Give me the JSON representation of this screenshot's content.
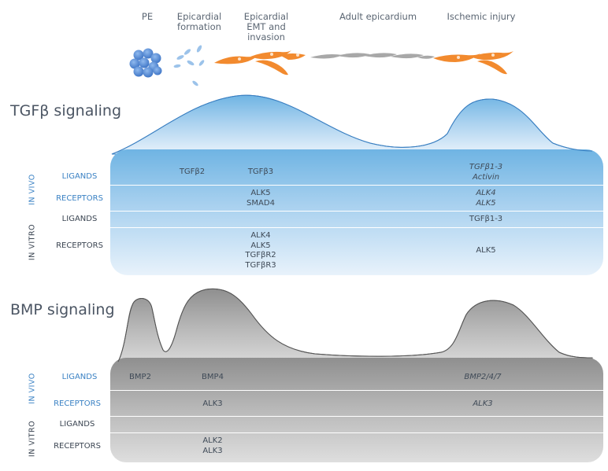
{
  "stages": [
    {
      "id": "pe",
      "label": "PE"
    },
    {
      "id": "formation",
      "label": "Epicardial\nformation"
    },
    {
      "id": "emt",
      "label": "Epicardial\nEMT and\ninvasion"
    },
    {
      "id": "adult",
      "label": "Adult epicardium"
    },
    {
      "id": "injury",
      "label": "Ischemic injury"
    }
  ],
  "tgfb": {
    "title": "TGFβ signaling",
    "color": "#7fbde6",
    "in_vivo_label": "IN VIVO",
    "in_vitro_label": "IN VITRO",
    "rows": {
      "vivo_ligands": {
        "label": "LIGANDS",
        "formation": "TGFβ2",
        "emt": "TGFβ3",
        "injury": "TGFβ1-3\nActivin"
      },
      "vivo_receptors": {
        "label": "RECEPTORS",
        "emt": "ALK5\nSMAD4",
        "injury": "ALK4\nALK5"
      },
      "vitro_ligands": {
        "label": "LIGANDS",
        "injury": "TGFβ1-3"
      },
      "vitro_receptors": {
        "label": "RECEPTORS",
        "emt": "ALK4\nALK5\nTGFβR2\nTGFβR3",
        "injury": "ALK5"
      }
    }
  },
  "bmp": {
    "title": "BMP signaling",
    "color": "#9a9a9a",
    "in_vivo_label": "IN VIVO",
    "in_vitro_label": "IN VITRO",
    "rows": {
      "vivo_ligands": {
        "label": "LIGANDS",
        "pe": "BMP2",
        "formation": "BMP4",
        "injury": "BMP2/4/7"
      },
      "vivo_receptors": {
        "label": "RECEPTORS",
        "formation": "ALK3",
        "injury": "ALK3"
      },
      "vitro_ligands": {
        "label": "LIGANDS"
      },
      "vitro_receptors": {
        "label": "RECEPTORS",
        "formation": "ALK2\nALK3"
      }
    }
  },
  "colors": {
    "epicardial_cell": "#f28a2e",
    "adult_cell": "#a8a8a8",
    "pe_cell": "#4a86d6",
    "dispersing_cell": "#9cc3ea"
  }
}
